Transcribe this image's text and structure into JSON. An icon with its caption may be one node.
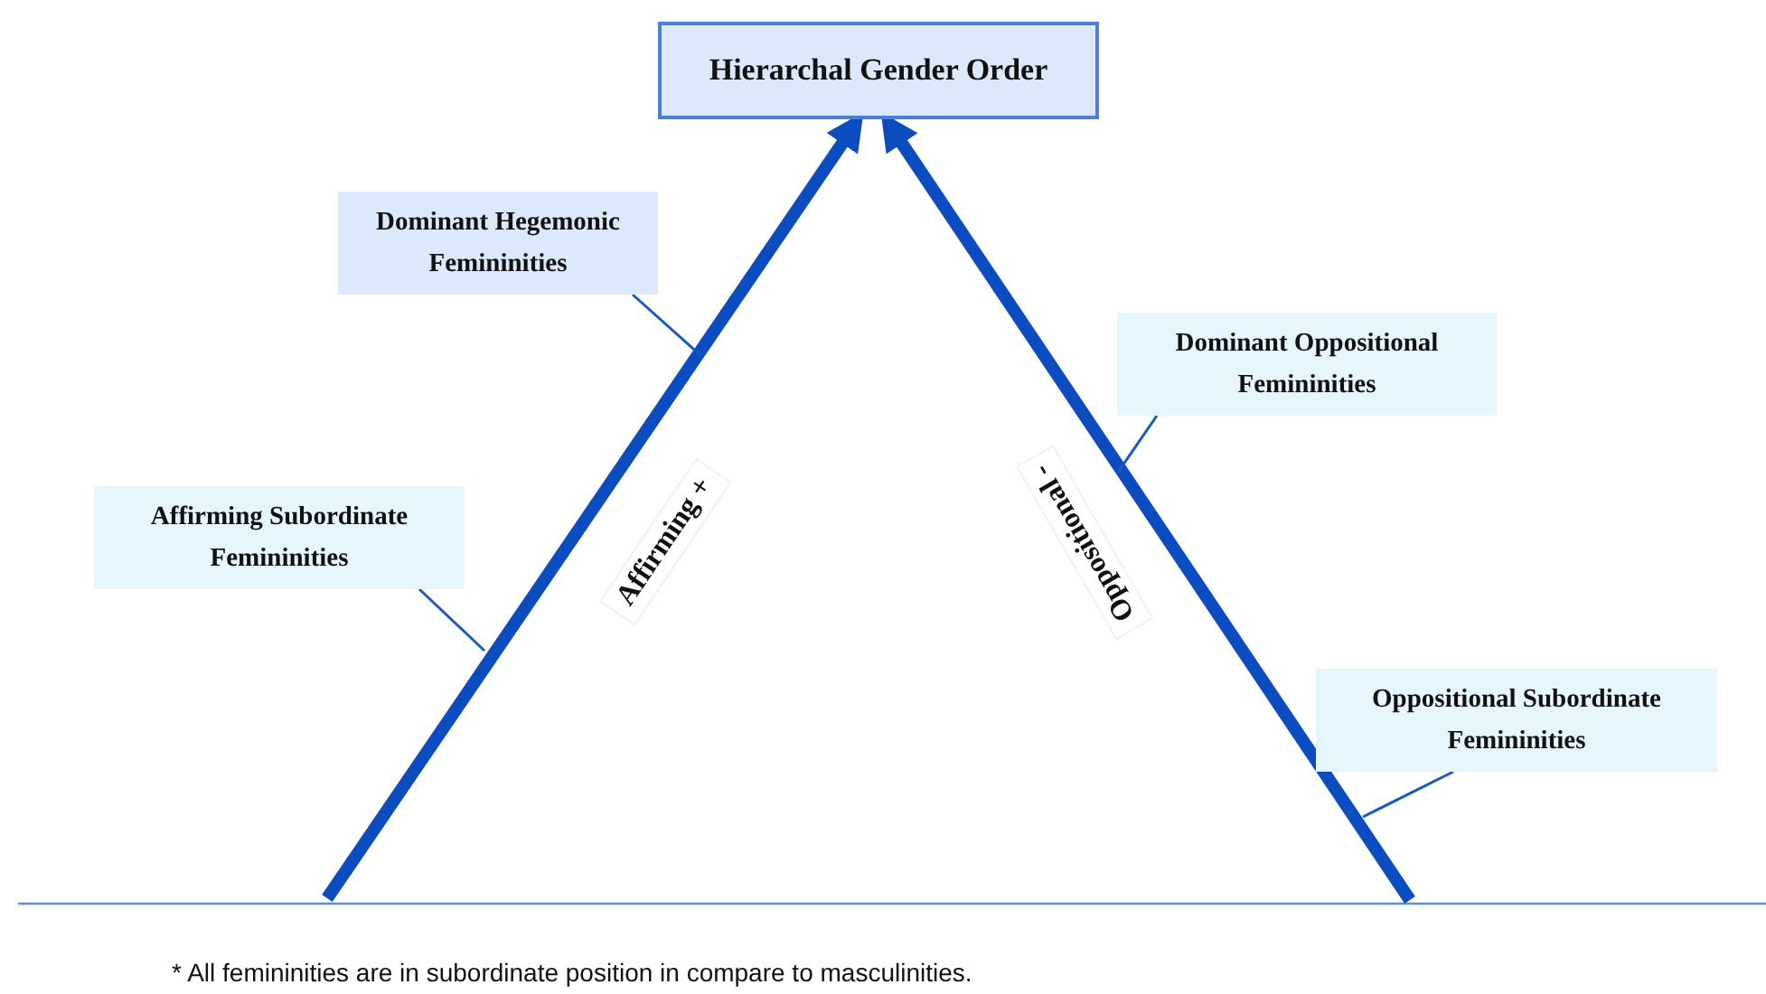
{
  "diagram": {
    "nodes": [
      {
        "text": [
          "Hierarchal Gender Order"
        ]
      },
      {
        "text": [
          "Dominant Hegemonic Femininities"
        ]
      },
      {
        "text": [
          "Dominant Oppositional Femininities"
        ]
      },
      {
        "text": [
          "Affirming Subordinate Femininities"
        ]
      },
      {
        "text": [
          "Oppositional Subordinate Femininities"
        ]
      }
    ],
    "edges": [
      {
        "from": null,
        "to": 0,
        "arrow": "to",
        "label": "Affirming +",
        "style": "thick"
      },
      {
        "from": null,
        "to": 0,
        "arrow": "to",
        "label": "Oppositional -",
        "style": "thick"
      },
      {
        "from": 1,
        "to": null,
        "arrow": "none"
      },
      {
        "from": 2,
        "to": null,
        "arrow": "none"
      },
      {
        "from": 3,
        "to": null,
        "arrow": "none"
      },
      {
        "from": 4,
        "to": null,
        "arrow": "none"
      }
    ],
    "labels": [
      "* All femininities are in subordinate position in compare to masculinities."
    ]
  }
}
